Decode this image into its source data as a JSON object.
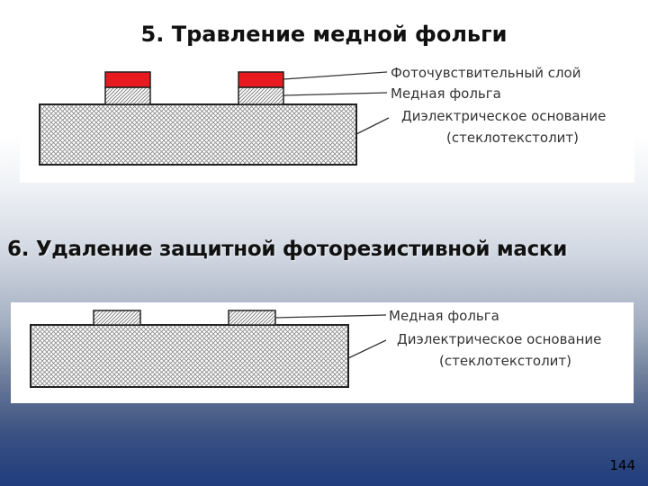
{
  "slide": {
    "title_top": "5. Травление  медной  фольги",
    "title_bottom": "6. Удаление  защитной  фоторезистивной  маски",
    "page_number": "144"
  },
  "diagram_top": {
    "labels": {
      "photoresist": "Фоточувствительный слой",
      "copper": "Медная  фольга",
      "substrate_line1": "Диэлектрическое  основание",
      "substrate_line2": "(стеклотекстолит)"
    }
  },
  "diagram_bottom": {
    "labels": {
      "copper": "Медная  фольга",
      "substrate_line1": "Диэлектрическое  основание",
      "substrate_line2": "(стеклотекстолит)"
    }
  },
  "colors": {
    "photoresist": "#e8191f",
    "outline": "#222222",
    "hatch": "#8a8a8a"
  }
}
